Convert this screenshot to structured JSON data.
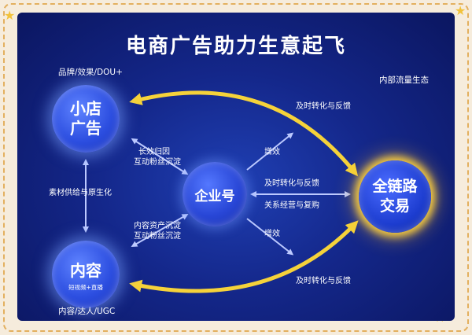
{
  "title": "电商广告助力生意起飞",
  "nodes": {
    "shop_ad": {
      "line1": "小店",
      "line2": "广告"
    },
    "content": {
      "label": "内容",
      "sub": "短视频+直播"
    },
    "enterprise": {
      "label": "企业号"
    },
    "full_chain": {
      "line1": "全链路",
      "line2": "交易"
    }
  },
  "labels": {
    "shop_top": "品牌/效果/DOU+",
    "content_bottom": "内容/达人/UGC",
    "internal_traffic": "内部流量生态",
    "material_supply": "素材供给与原生化",
    "long_term_1": "长效归因",
    "long_term_2": "互动粉丝沉淀",
    "content_asset_1": "内容资产沉淀",
    "content_asset_2": "互动粉丝沉淀",
    "boost_top": "增效",
    "boost_bottom": "增效",
    "feedback_top": "及时转化与反馈",
    "feedback_mid": "及时转化与反馈",
    "relation": "关系经营与复购",
    "feedback_bottom": "及时转化与反馈"
  },
  "colors": {
    "arrow_yellow": "#f5d23a",
    "arrow_light": "#bcc9ff",
    "panel_bg": "#14278a"
  }
}
